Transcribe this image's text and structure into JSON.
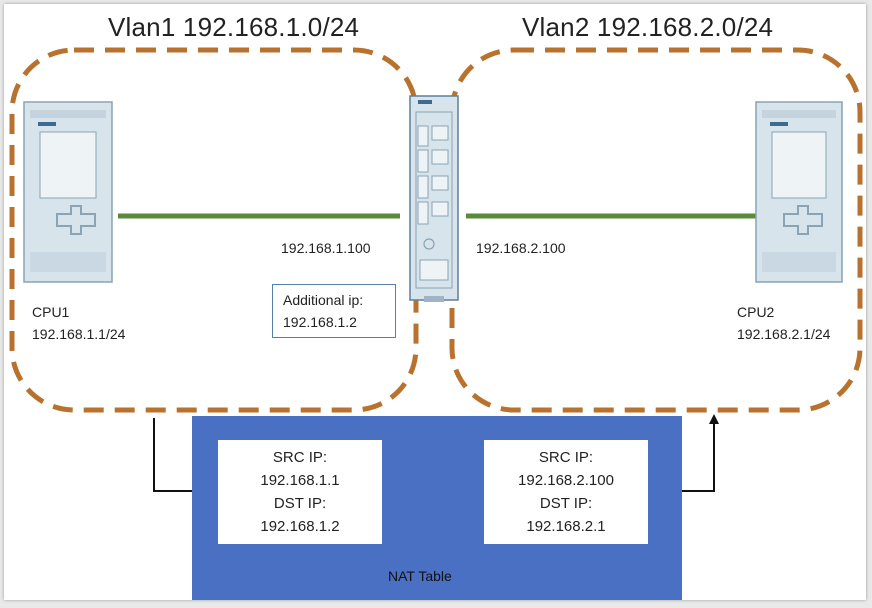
{
  "vlan1": {
    "title": "Vlan1 192.168.1.0/24",
    "gateway_ip": "192.168.1.100",
    "additional_ip_label": "Additional ip:",
    "additional_ip_value": "192.168.1.2"
  },
  "vlan2": {
    "title": "Vlan2 192.168.2.0/24",
    "gateway_ip": "192.168.2.100"
  },
  "cpu1": {
    "name": "CPU1",
    "ip": "192.168.1.1/24"
  },
  "cpu2": {
    "name": "CPU2",
    "ip": "192.168.2.1/24"
  },
  "nat_table": {
    "caption": "NAT Table",
    "entry_in": {
      "src_label": "SRC IP:",
      "src_ip": "192.168.1.1",
      "dst_label": "DST IP:",
      "dst_ip": "192.168.1.2"
    },
    "entry_out": {
      "src_label": "SRC IP:",
      "src_ip": "192.168.2.100",
      "dst_label": "DST IP:",
      "dst_ip": "192.168.2.1"
    }
  },
  "colors": {
    "vlan_border": "#b8722e",
    "link": "#5a8a3a",
    "nat_panel": "#4a70c4",
    "device_fill": "#d7e4ec",
    "device_stroke": "#8aa3b5"
  }
}
